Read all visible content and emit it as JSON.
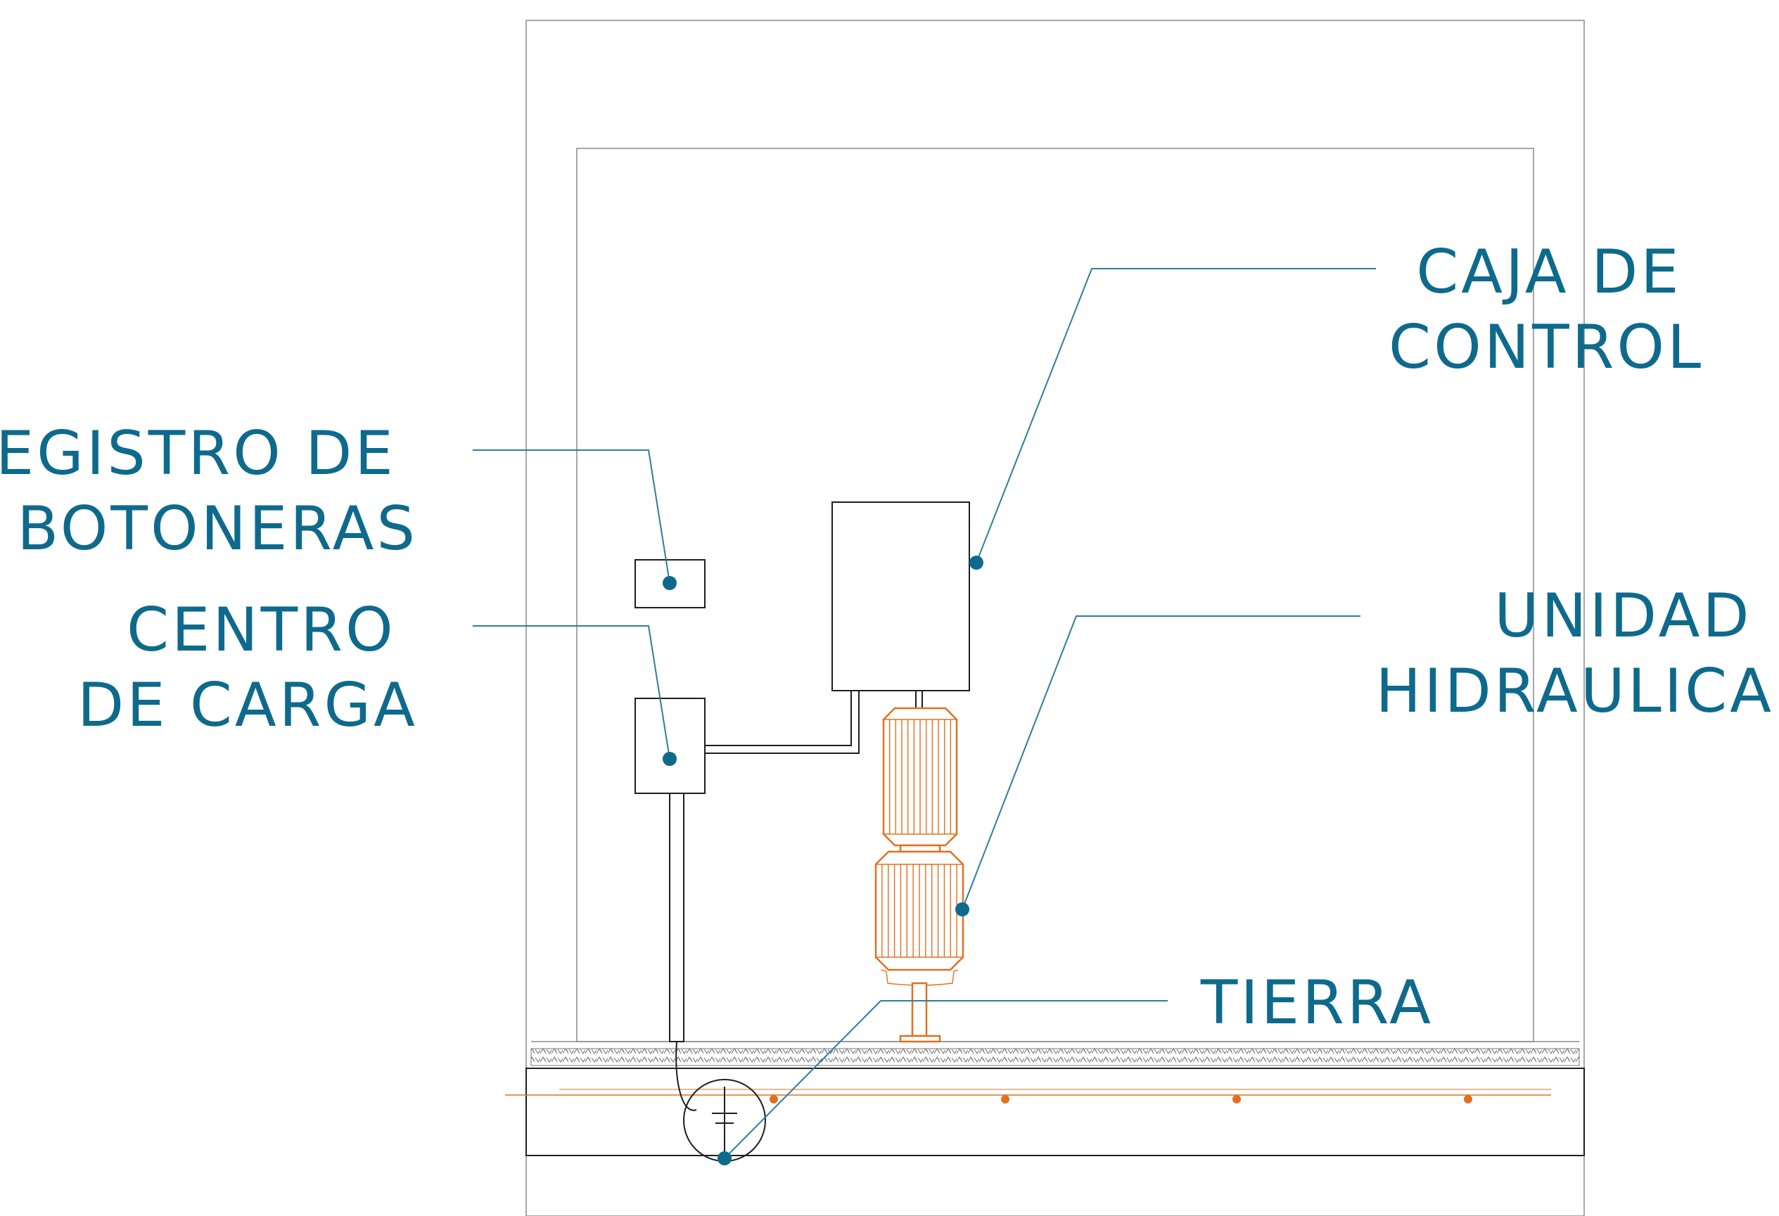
{
  "colors": {
    "label": "#0e6a8c",
    "leader": "#2f7d9d",
    "equipment": "#e07020",
    "line": "#1e1e1e",
    "wall": "#8a8a8a"
  },
  "icons": {
    "motor": "electric-motor-icon",
    "ground": "ground-rod-icon"
  },
  "labels": {
    "caja_control": [
      "CAJA DE",
      "CONTROL"
    ],
    "registro_botoneras": [
      "REGISTRO DE",
      "BOTONERAS"
    ],
    "centro_carga": [
      "CENTRO",
      "DE CARGA"
    ],
    "unidad_hidraulica": [
      "UNIDAD",
      "HIDRAULICA"
    ],
    "tierra": [
      "TIERRA"
    ]
  }
}
